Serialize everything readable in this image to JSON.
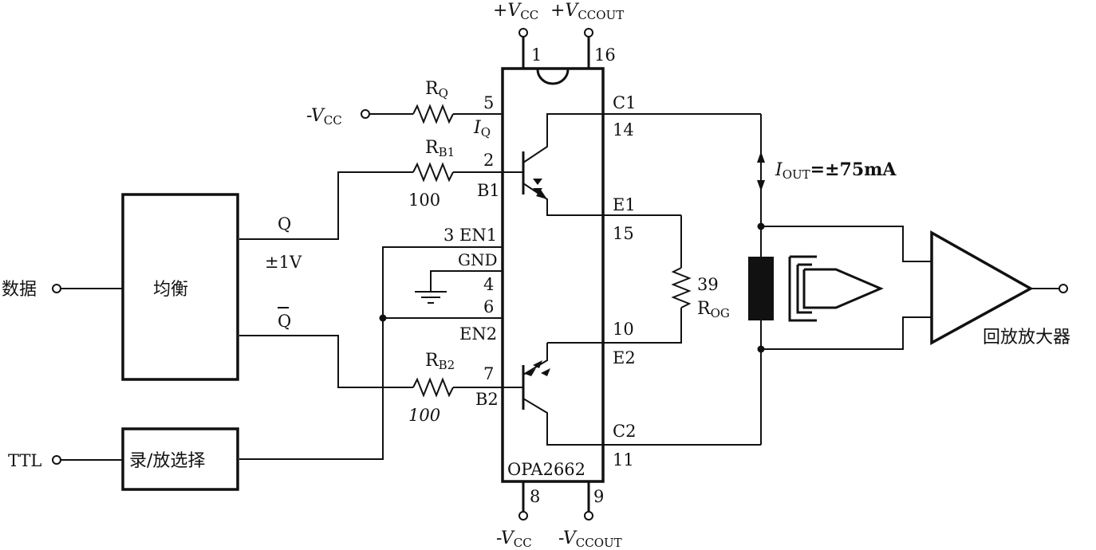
{
  "supply": {
    "vcc_pos": "+V",
    "vcc_pos_sub": "CC",
    "vccout_pos": "+V",
    "vccout_pos_sub": "CCOUT",
    "vcc_neg": "-V",
    "vcc_neg_sub": "CC",
    "vcc_neg_left": "-V",
    "vcc_neg_left_sub": "CC",
    "vccout_neg": "-V",
    "vccout_neg_sub": "CCOUT"
  },
  "pins": {
    "p1": "1",
    "p16": "16",
    "p5": "5",
    "p2": "2",
    "p3": "3 EN1",
    "gnd": "GND",
    "p4": "4",
    "p6": "6",
    "en2": "EN2",
    "p7": "7",
    "b1": "B1",
    "b2": "B2",
    "c1": "C1",
    "p14": "14",
    "e1": "E1",
    "p15": "15",
    "p10": "10",
    "e2": "E2",
    "c2": "C2",
    "p11": "11",
    "p8": "8",
    "p9": "9",
    "iq": "I",
    "iq_sub": "Q"
  },
  "ic": {
    "name": "OPA2662"
  },
  "resistors": {
    "rq": "R",
    "rq_sub": "Q",
    "rb1": "R",
    "rb1_sub": "B1",
    "rb1_val": "100",
    "rb2": "R",
    "rb2_sub": "B2",
    "rb2_val": "100",
    "rog_val": "39",
    "rog": "R",
    "rog_sub": "OG"
  },
  "blocks": {
    "equalizer": "均衡",
    "rec_play": "录/放选择",
    "amp": "回放放大器"
  },
  "signals": {
    "data_in": "数据",
    "ttl_in": "TTL",
    "q": "Q",
    "q_level": "±1V",
    "q_bar": "Q",
    "iout": "I",
    "iout_sub": "OUT",
    "iout_val": "=±75mA"
  }
}
